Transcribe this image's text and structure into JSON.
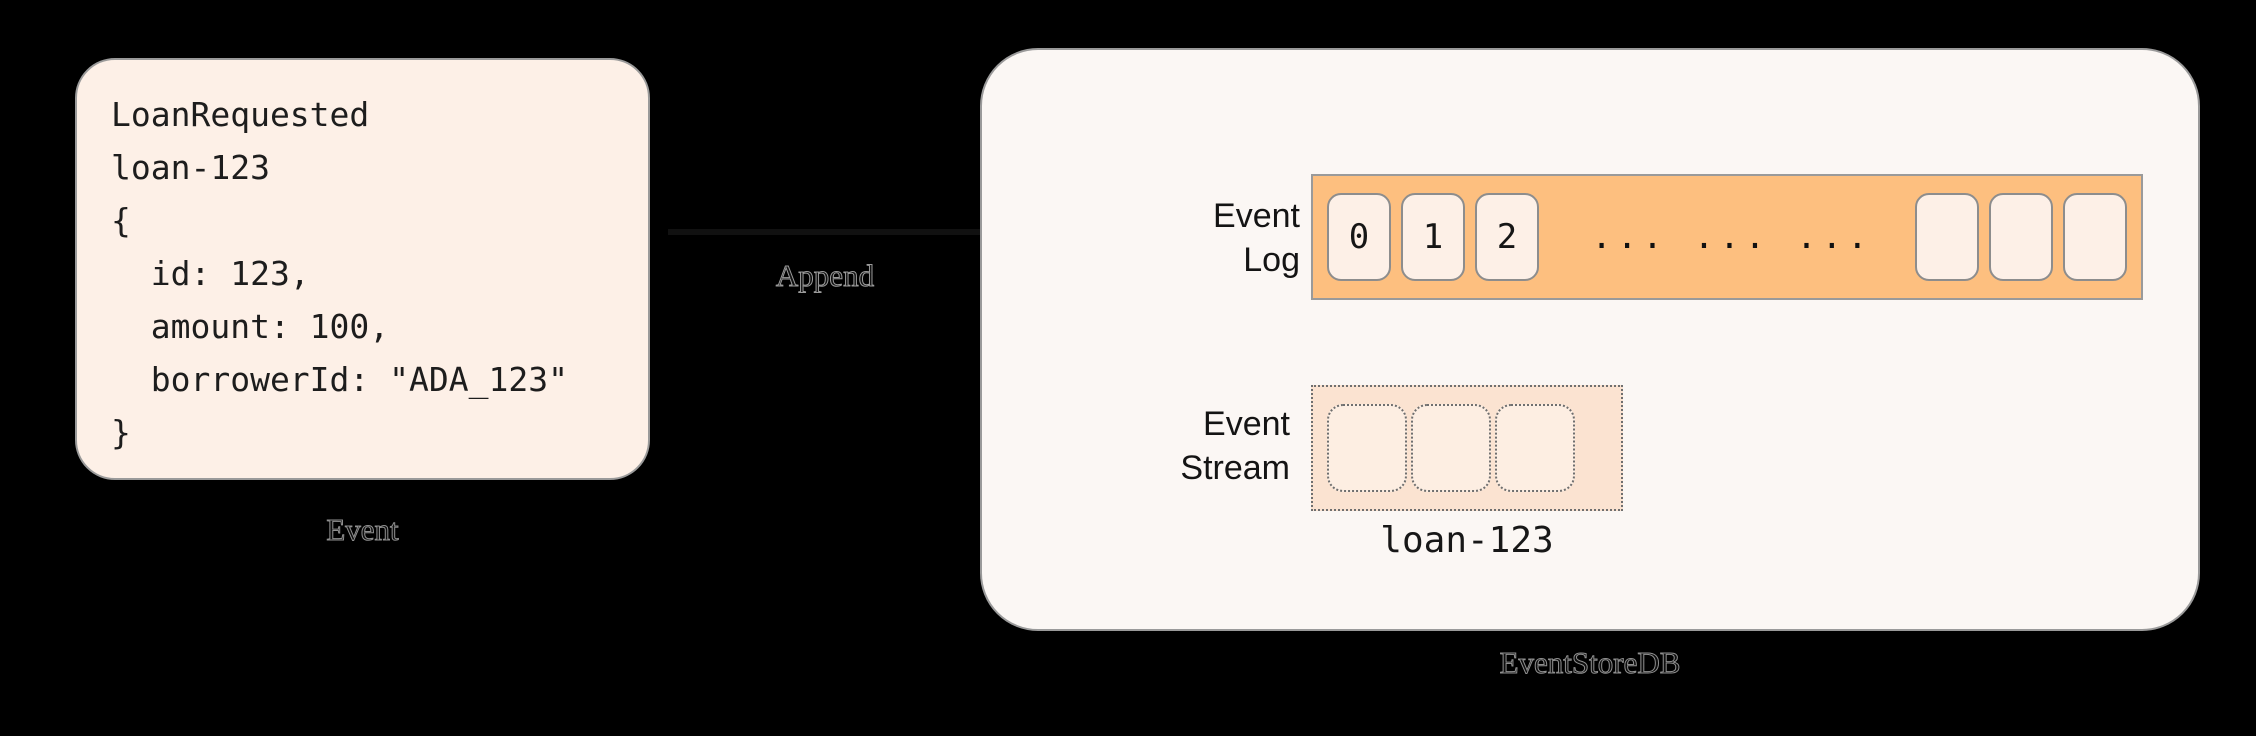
{
  "diagram": {
    "background_color": "#000000",
    "accent_orange": "#FDBF7F",
    "card_cream": "#FDF0E7",
    "panel_offwhite": "#FBF7F4",
    "stream_peach": "#FBE3D1"
  },
  "event_card": {
    "caption": "Event",
    "code": "LoanRequested\nloan-123\n{\n  id: 123,\n  amount: 100,\n  borrowerId: \"ADA_123\"\n}",
    "type_name": "LoanRequested",
    "stream_id": "loan-123",
    "payload": {
      "id": "123",
      "amount": "100",
      "borrowerId": "\"ADA_123\""
    }
  },
  "connector": {
    "label": "Append",
    "from": "Event",
    "to": [
      "Event Log",
      "Event Stream"
    ]
  },
  "store_panel": {
    "caption": "EventStoreDB",
    "event_log": {
      "label": "Event\nLog",
      "cells": [
        "0",
        "1",
        "2"
      ],
      "ellipsis": [
        "...",
        "...",
        "..."
      ],
      "empty_cells": [
        "",
        "",
        ""
      ]
    },
    "event_stream": {
      "label": "Event\nStream",
      "cells": [
        "",
        "",
        ""
      ],
      "name": "loan-123"
    }
  }
}
